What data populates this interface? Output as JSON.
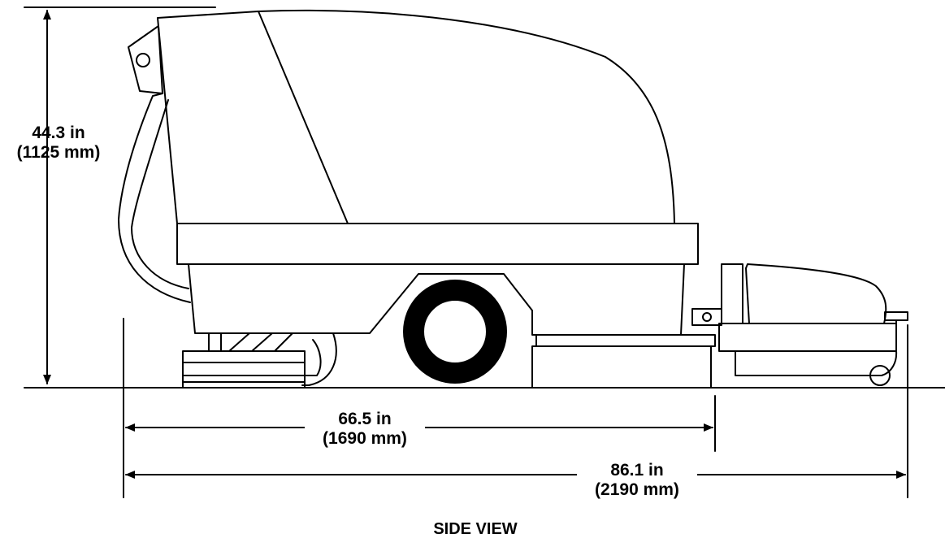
{
  "dimensions": {
    "height": {
      "imperial": "44.3 in",
      "metric": "(1125 mm)"
    },
    "wheelbase_length": {
      "imperial": "66.5 in",
      "metric": "(1690 mm)"
    },
    "overall_length": {
      "imperial": "86.1 in",
      "metric": "(2190 mm)"
    }
  },
  "view_title": "SIDE VIEW",
  "colors": {
    "line": "#000000",
    "background": "#ffffff"
  }
}
